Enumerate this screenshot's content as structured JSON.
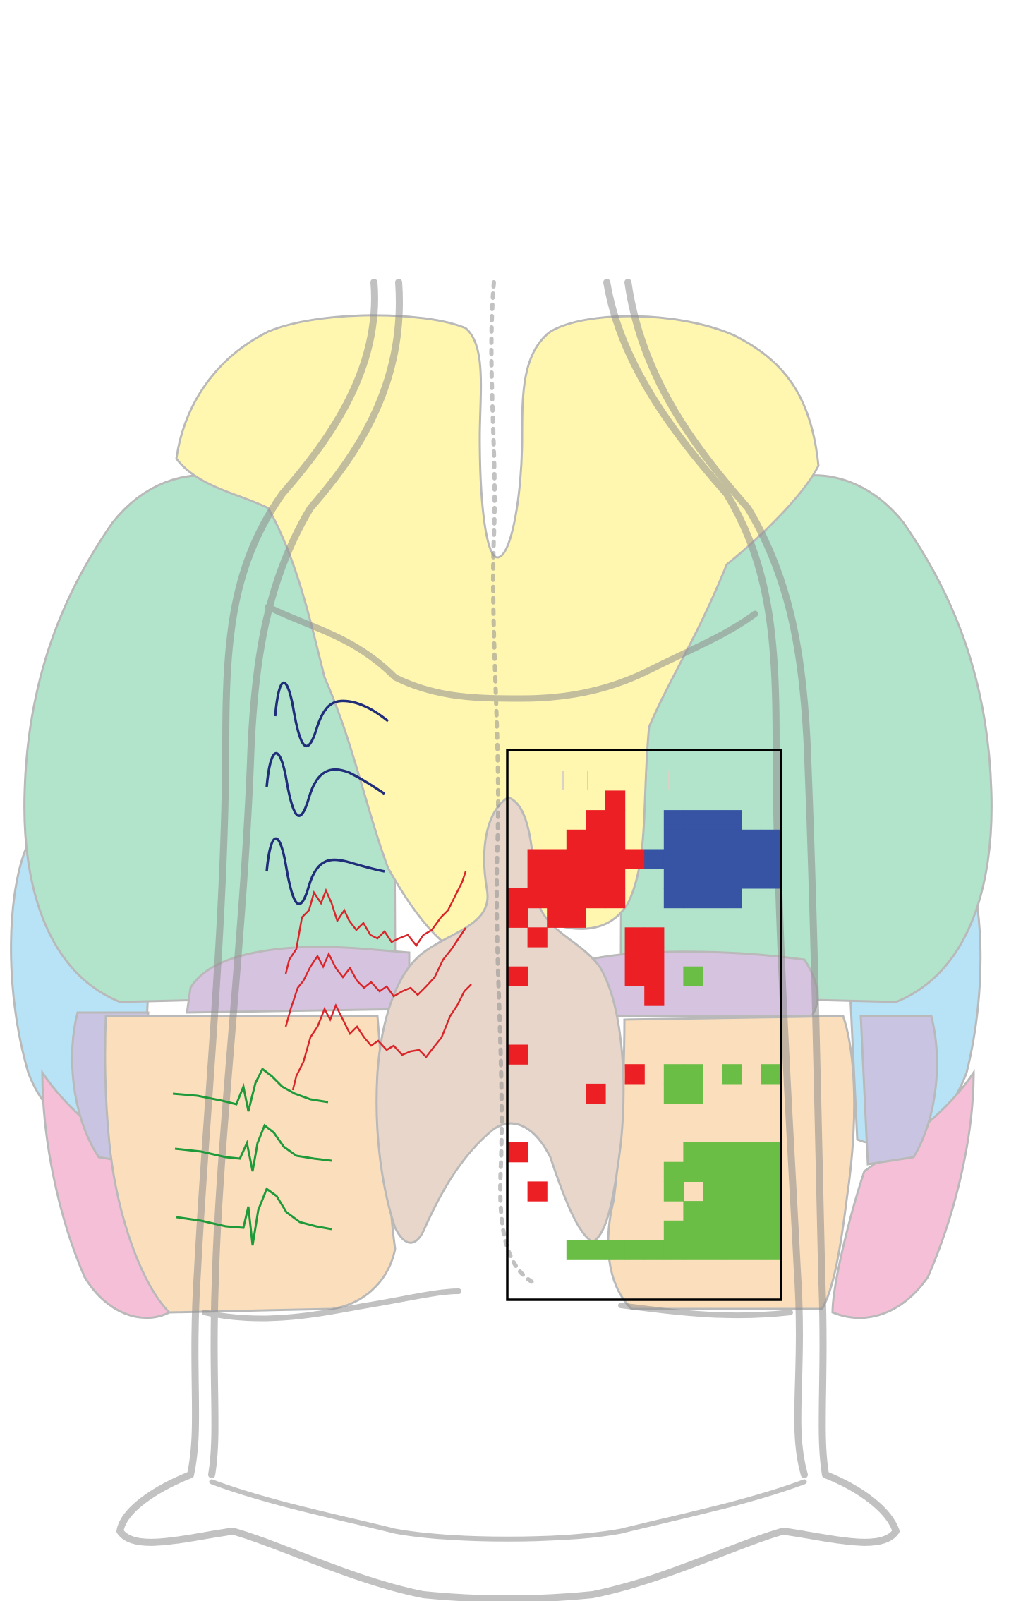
{
  "colors": {
    "frontal": "#fff7b0",
    "parietal": "#b2e3cb",
    "temporal": "#b8e3f6",
    "auditory_strip": "#c9c4e2",
    "occipital": "#fbdfbd",
    "pink_posterior": "#f6bfd8",
    "lavender_band": "#d6c3e0",
    "midline": "#e7d6c9",
    "skull_outline": "#8f8f8f",
    "trace_blue": "#1f2d7a",
    "trace_red": "#d8262a",
    "trace_green": "#1e9a3a",
    "map_red": "#ec2024",
    "map_blue": "#3753a4",
    "map_green": "#6abd45",
    "frame": "#000000"
  },
  "icons": [
    "brain-dorsal-view",
    "skull-outline",
    "evoked-response-trace",
    "response-map-grid"
  ],
  "traces": {
    "blue_count": 3,
    "red_count": 3,
    "green_count": 3
  },
  "map": {
    "grid_columns": 14,
    "grid_rows": 28,
    "red_cells": [
      [
        5,
        2
      ],
      [
        4,
        3
      ],
      [
        5,
        3
      ],
      [
        3,
        4
      ],
      [
        4,
        4
      ],
      [
        5,
        4
      ],
      [
        1,
        5
      ],
      [
        2,
        5
      ],
      [
        3,
        5
      ],
      [
        4,
        5
      ],
      [
        5,
        5
      ],
      [
        6,
        5
      ],
      [
        1,
        6
      ],
      [
        2,
        6
      ],
      [
        3,
        6
      ],
      [
        4,
        6
      ],
      [
        5,
        6
      ],
      [
        0,
        7
      ],
      [
        1,
        7
      ],
      [
        2,
        7
      ],
      [
        3,
        7
      ],
      [
        4,
        7
      ],
      [
        5,
        7
      ],
      [
        0,
        8
      ],
      [
        2,
        8
      ],
      [
        3,
        8
      ],
      [
        6,
        9
      ],
      [
        7,
        9
      ],
      [
        1,
        9
      ],
      [
        6,
        10
      ],
      [
        7,
        10
      ],
      [
        0,
        11
      ],
      [
        6,
        11
      ],
      [
        7,
        11
      ],
      [
        7,
        12
      ],
      [
        0,
        15
      ],
      [
        6,
        16
      ],
      [
        4,
        17
      ],
      [
        0,
        20
      ],
      [
        1,
        22
      ]
    ],
    "blue_cells": [
      [
        8,
        3
      ],
      [
        9,
        3
      ],
      [
        10,
        3
      ],
      [
        11,
        3
      ],
      [
        8,
        4
      ],
      [
        9,
        4
      ],
      [
        10,
        4
      ],
      [
        11,
        4
      ],
      [
        12,
        4
      ],
      [
        13,
        4
      ],
      [
        7,
        5
      ],
      [
        8,
        5
      ],
      [
        9,
        5
      ],
      [
        10,
        5
      ],
      [
        11,
        5
      ],
      [
        12,
        5
      ],
      [
        13,
        5
      ],
      [
        8,
        6
      ],
      [
        9,
        6
      ],
      [
        10,
        6
      ],
      [
        11,
        6
      ],
      [
        12,
        6
      ],
      [
        13,
        6
      ],
      [
        8,
        7
      ],
      [
        9,
        7
      ],
      [
        10,
        7
      ],
      [
        11,
        7
      ]
    ],
    "green_cells": [
      [
        9,
        11
      ],
      [
        8,
        16
      ],
      [
        9,
        16
      ],
      [
        11,
        16
      ],
      [
        13,
        16
      ],
      [
        8,
        17
      ],
      [
        9,
        17
      ],
      [
        9,
        20
      ],
      [
        10,
        20
      ],
      [
        11,
        20
      ],
      [
        12,
        20
      ],
      [
        13,
        20
      ],
      [
        8,
        21
      ],
      [
        9,
        21
      ],
      [
        10,
        21
      ],
      [
        11,
        21
      ],
      [
        12,
        21
      ],
      [
        13,
        21
      ],
      [
        8,
        22
      ],
      [
        10,
        22
      ],
      [
        11,
        22
      ],
      [
        12,
        22
      ],
      [
        13,
        22
      ],
      [
        9,
        23
      ],
      [
        10,
        23
      ],
      [
        11,
        23
      ],
      [
        12,
        23
      ],
      [
        13,
        23
      ],
      [
        8,
        24
      ],
      [
        9,
        24
      ],
      [
        10,
        24
      ],
      [
        11,
        24
      ],
      [
        12,
        24
      ],
      [
        13,
        24
      ],
      [
        3,
        25
      ],
      [
        4,
        25
      ],
      [
        5,
        25
      ],
      [
        6,
        25
      ],
      [
        7,
        25
      ],
      [
        8,
        25
      ],
      [
        9,
        25
      ],
      [
        10,
        25
      ],
      [
        11,
        25
      ],
      [
        12,
        25
      ],
      [
        13,
        25
      ]
    ]
  }
}
